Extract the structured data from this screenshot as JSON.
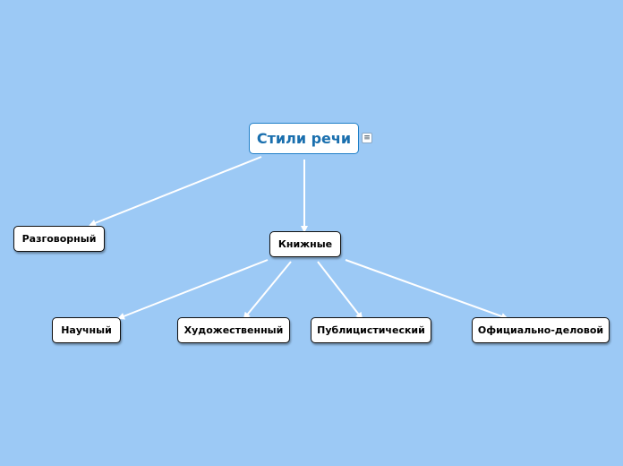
{
  "root": {
    "label": "Стили речи"
  },
  "nodes": {
    "razgovorny": "Разговорный",
    "knizhnye": "Книжные",
    "nauchny": "Научный",
    "khudozhestvenny": "Художественный",
    "publitsistichesky": "Публицистический",
    "ofitsialno": "Официально-деловой"
  },
  "icons": {
    "note": "note-icon"
  },
  "colors": {
    "background": "#9cc9f5",
    "edge": "#ffffff",
    "root_text": "#1a6fae",
    "root_border": "#1f7fc8"
  }
}
